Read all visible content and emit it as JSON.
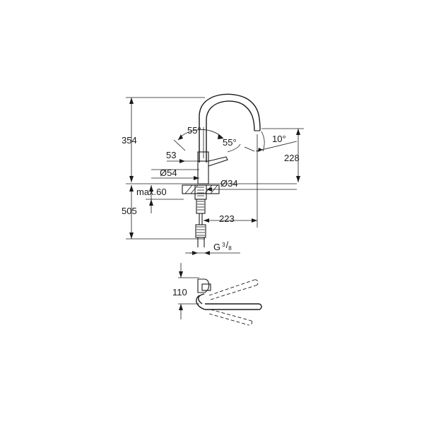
{
  "dimensions": {
    "height_total": "354",
    "angle_lever_top": "55",
    "angle_lever_side": "55",
    "angle_spout": "10",
    "spout_height": "228",
    "lever_offset": "53",
    "base_diameter": "Ø54",
    "hole_diameter": "Ø34",
    "max_deck": "max.60",
    "below_deck": "505",
    "reach": "223",
    "thread_base": "G",
    "thread_num": "3",
    "thread_den": "8",
    "degree_symbol": "°",
    "plan_depth": "110"
  },
  "colors": {
    "line": "#1a1a1a",
    "background": "#ffffff"
  }
}
